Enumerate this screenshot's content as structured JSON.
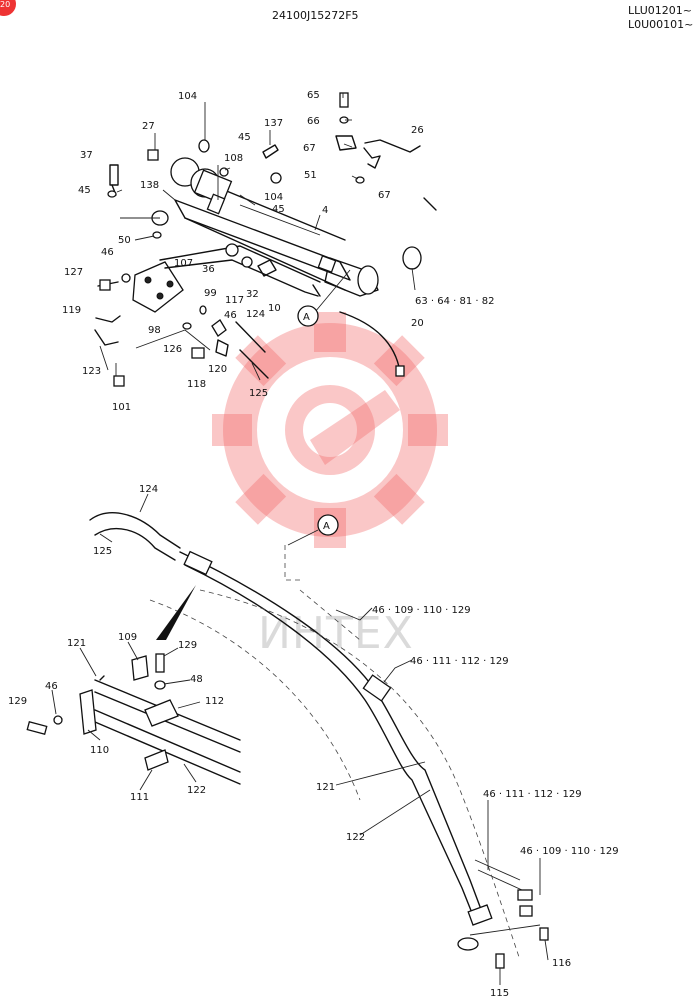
{
  "header": {
    "drawing_code": "24100J15272F5",
    "serial_line_1": "LLU01201~",
    "serial_line_2": "L0U00101~",
    "corner_badge": "20"
  },
  "watermark": {
    "text": "ИНТЕХ",
    "logo": "gear-watermark-icon",
    "color": "#f36b6b"
  },
  "reference_markers": [
    "A",
    "A"
  ],
  "labels": {
    "p104a": "104",
    "p65": "65",
    "p66": "66",
    "p137": "137",
    "p27": "27",
    "p45a": "45",
    "p26": "26",
    "p37": "37",
    "p108": "108",
    "p67a": "67",
    "p138": "138",
    "p51": "51",
    "p45b": "45",
    "p104b": "104",
    "p45c": "45",
    "p67b": "67",
    "p4": "4",
    "p50": "50",
    "p107": "107",
    "p36": "36",
    "p46a": "46",
    "p127": "127",
    "p99": "99",
    "p117": "117",
    "p32": "32",
    "p46b": "46",
    "p10": "10",
    "p63": "63 · 64 · 81 · 82",
    "p119": "119",
    "p98": "98",
    "p124a": "124",
    "p20": "20",
    "p126": "126",
    "p123": "123",
    "p120": "120",
    "p118": "118",
    "p125a": "125",
    "p101": "101",
    "p124b": "124",
    "p125b": "125",
    "p46group1": "46 · 109 · 110 · 129",
    "p46group2": "46 · 111 · 112 · 129",
    "p109": "109",
    "p121a": "121",
    "p129a": "129",
    "p48": "48",
    "p112": "112",
    "p129b": "129",
    "p46c": "46",
    "p110": "110",
    "p121b": "121",
    "p111": "111",
    "p122a": "122",
    "p46group3": "46 · 111 · 112 · 129",
    "p122b": "122",
    "p46group4": "46 · 109 · 110 · 129",
    "p116": "116",
    "p115": "115"
  }
}
